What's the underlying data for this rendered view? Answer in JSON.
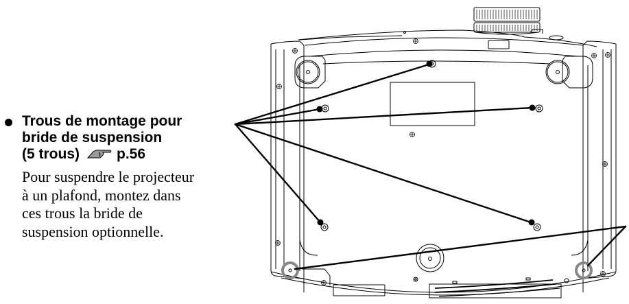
{
  "callout": {
    "bullet": "•",
    "heading_lines": [
      "Trous de montage pour",
      "bride de suspension",
      "(5 trous)"
    ],
    "reference_icon": "pointing-hand-icon",
    "page_ref": "p.56",
    "body_lines": [
      "Pour suspendre le projecteur",
      "à un plafond, montez dans",
      "ces trous la bride de",
      "suspension optionnelle."
    ]
  },
  "diagram": {
    "subject": "projector-bottom-view",
    "mounting_holes_count": 5,
    "highlighted_feet_count": 2,
    "colors": {
      "line": "#000000",
      "highlight_ring": "#888888",
      "background": "#ffffff"
    }
  }
}
